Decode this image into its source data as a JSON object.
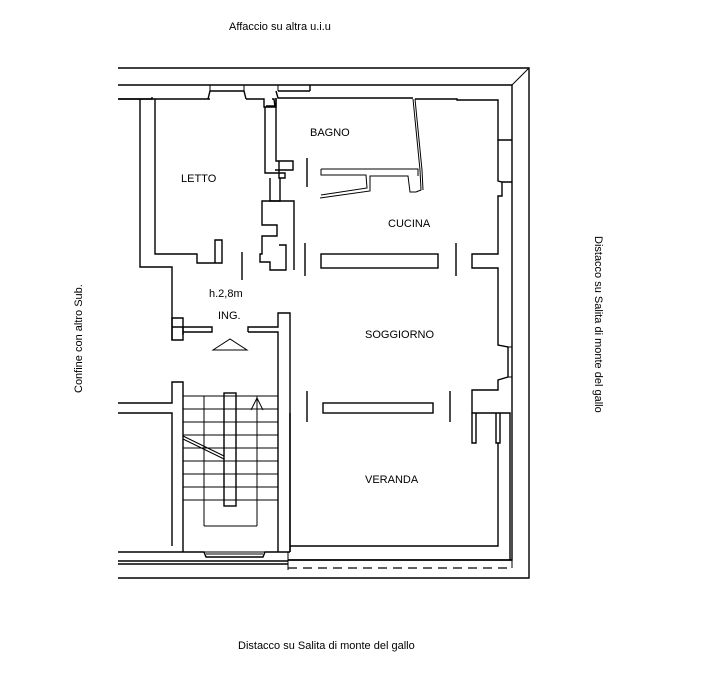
{
  "plan": {
    "rooms": [
      {
        "id": "letto",
        "label": "LETTO"
      },
      {
        "id": "bagno",
        "label": "BAGNO"
      },
      {
        "id": "cucina",
        "label": "CUCINA"
      },
      {
        "id": "ingresso",
        "label": "ING."
      },
      {
        "id": "soggiorno",
        "label": "SOGGIORNO"
      },
      {
        "id": "veranda",
        "label": "VERANDA"
      }
    ],
    "ceiling_height": "h.2,8m",
    "boundaries": {
      "top": "Affaccio su altra u.i.u",
      "bottom": "Distacco su Salita di monte del gallo",
      "left": "Confine con altro Sub.",
      "right": "Distacco su Salita di monte del gallo"
    },
    "icons": {
      "entrance": "entrance-arrow-icon",
      "stair_direction": "stair-up-arrow-icon"
    }
  }
}
